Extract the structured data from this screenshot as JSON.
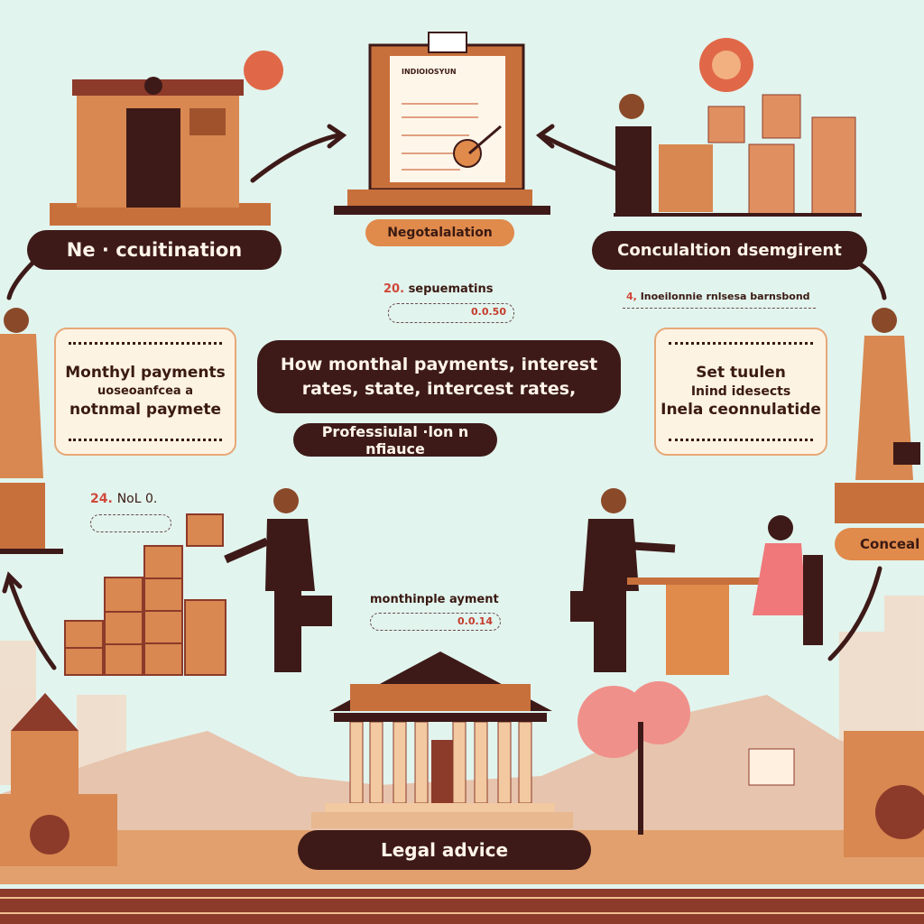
{
  "steps": {
    "top_left_label": "Ne · ccuitination",
    "top_center_label": "Negotalalation",
    "top_right_label": "Conculaltion dsemgirent",
    "right_label": "Conceal",
    "bottom_label": "Legal advice"
  },
  "clipboard_title": "INDIOIOSYUN",
  "center": {
    "main_text_line1": "How monthal payments, interest",
    "main_text_line2": "rates, state, intercest rates,",
    "sub_text": "Professiulal ·lon n nfiauce"
  },
  "left_card": [
    "Monthyl payments",
    "uoseoanfcea a",
    "notnmal paymete"
  ],
  "right_card": [
    "Set tuulen",
    "Inind idesects",
    "Inela ceonnulatide"
  ],
  "notes": [
    {
      "number": "20.",
      "text": "sepuematins",
      "value": "0.0.50"
    },
    {
      "number": "4,",
      "text": "Inoeilonnie rnlsesa barnsbond"
    },
    {
      "number": "24.",
      "text": "NoL 0."
    },
    {
      "text": "monthinple ayment",
      "value": "0.0.14"
    }
  ],
  "colors": {
    "background": "#e2f4ee",
    "dark": "#3d1a18",
    "accent": "#e08a4c",
    "terracotta": "#c8703c"
  }
}
